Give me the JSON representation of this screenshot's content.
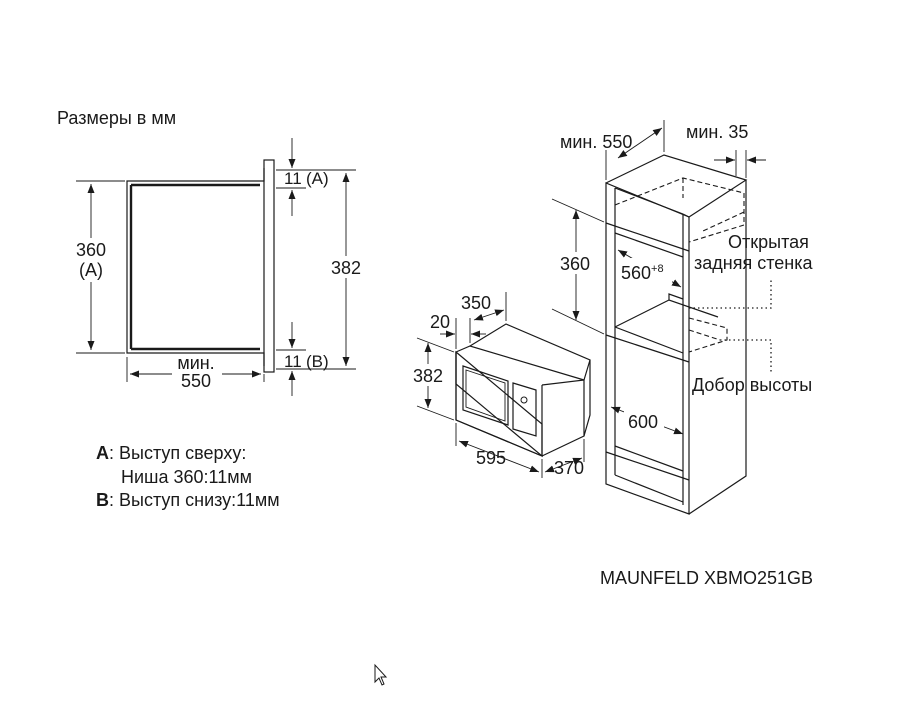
{
  "header": {
    "title": "Размеры в мм"
  },
  "side_view": {
    "height_value": "360",
    "height_label": "(A)",
    "total_value": "382",
    "top_offset": "11",
    "top_offset_label": "(A)",
    "bottom_offset": "11",
    "bottom_offset_label": "(B)",
    "depth_min_label": "мин.",
    "depth_value": "550"
  },
  "microwave": {
    "height_value": "382",
    "frame_value": "20",
    "depth_value": "350",
    "width_value": "595",
    "body_value": "370"
  },
  "cabinet": {
    "depth_min_label": "мин. 550",
    "gap_min_label": "мин. 35",
    "niche_height": "360",
    "niche_width": "560",
    "niche_width_tolerance": "+8",
    "inner_width": "600",
    "open_back_line1": "Открытая",
    "open_back_line2": "задняя стенка",
    "height_extension": "Добор высоты"
  },
  "legend": [
    {
      "key": "A",
      "text": ": Выступ сверху:"
    },
    {
      "key": "",
      "text": "Ниша 360:11мм"
    },
    {
      "key": "B",
      "text": ": Выступ снизу:11мм"
    }
  ],
  "model": "MAUNFELD XBMO251GB"
}
